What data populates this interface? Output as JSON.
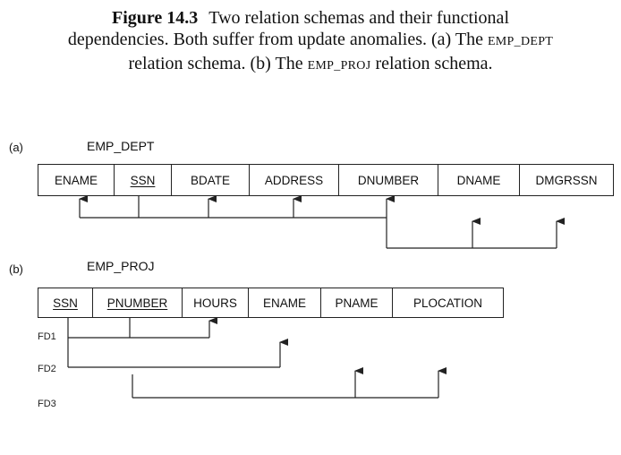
{
  "caption": {
    "figure": "Figure 14.3",
    "line1": "Two relation schemas and their functional",
    "line2": "dependencies. Both suffer from update anomalies. (a) The ",
    "name_a": "EMP_DEPT",
    "line3_a": "relation schema. (b) The ",
    "name_b": "EMP_PROJ",
    "line3_b": " relation schema."
  },
  "part_a": {
    "label": "(a)",
    "relation": "EMP_DEPT",
    "attributes": [
      "ENAME",
      "SSN",
      "BDATE",
      "ADDRESS",
      "DNUMBER",
      "DNAME",
      "DMGRSSN"
    ]
  },
  "part_b": {
    "label": "(b)",
    "relation": "EMP_PROJ",
    "attributes": [
      "SSN",
      "PNUMBER",
      "HOURS",
      "ENAME",
      "PNAME",
      "PLOCATION"
    ],
    "fd_labels": [
      "FD1",
      "FD2",
      "FD3"
    ]
  }
}
